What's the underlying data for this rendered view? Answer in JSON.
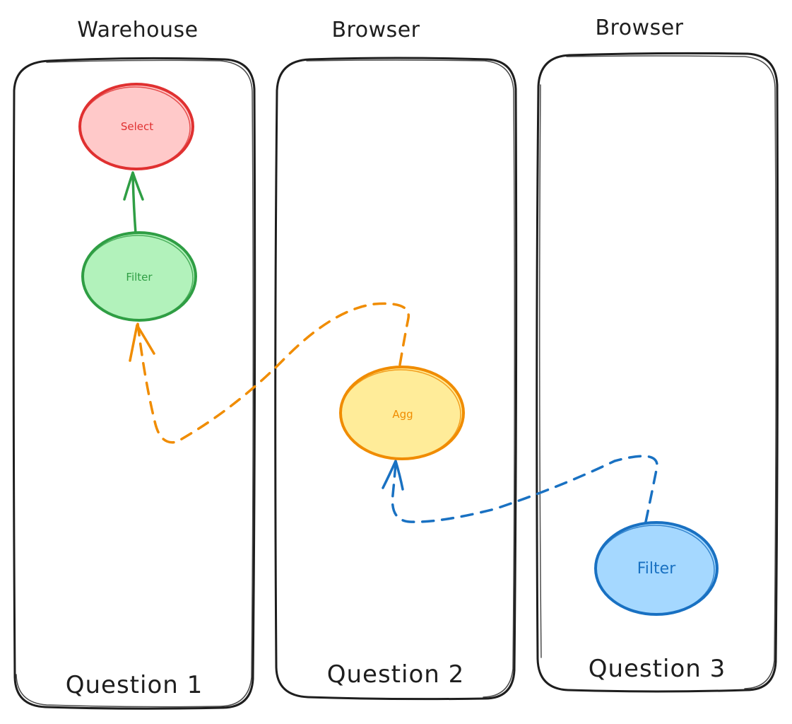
{
  "columns": [
    {
      "title": "Warehouse",
      "question": "Question 1"
    },
    {
      "title": "Browser",
      "question": "Question 2"
    },
    {
      "title": "Browser",
      "question": "Question 3"
    }
  ],
  "nodes": {
    "select": {
      "label": "Select",
      "fill": "#ffc9c9",
      "stroke": "#e03131"
    },
    "filter_q1": {
      "label": "Filter",
      "fill": "#b2f2bb",
      "stroke": "#2f9e44"
    },
    "agg": {
      "label": "Agg",
      "fill": "#ffec99",
      "stroke": "#f08c00"
    },
    "filter_q3": {
      "label": "Filter",
      "fill": "#a5d8ff",
      "stroke": "#1971c2"
    }
  },
  "colors": {
    "box_stroke": "#1e1e1e",
    "arrow_green": "#2f9e44",
    "arrow_orange": "#f08c00",
    "arrow_blue": "#1971c2"
  }
}
